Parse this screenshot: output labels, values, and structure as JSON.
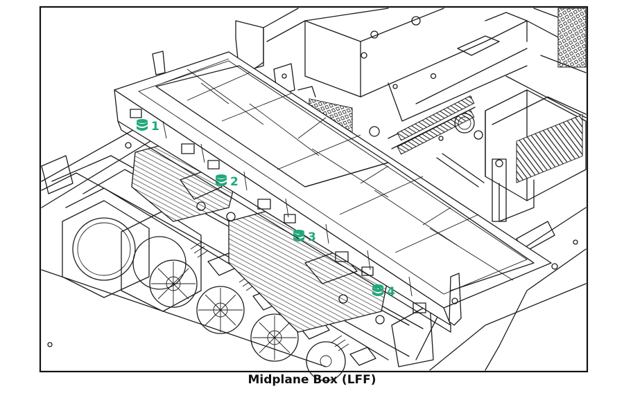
{
  "caption": "Midplane Box (LFF)",
  "accent_color": "#1fa97a",
  "callouts": [
    {
      "label": "1",
      "icon": "drive-stack-icon"
    },
    {
      "label": "2",
      "icon": "drive-stack-icon"
    },
    {
      "label": "3",
      "icon": "drive-stack-icon"
    },
    {
      "label": "4",
      "icon": "drive-stack-icon"
    }
  ]
}
